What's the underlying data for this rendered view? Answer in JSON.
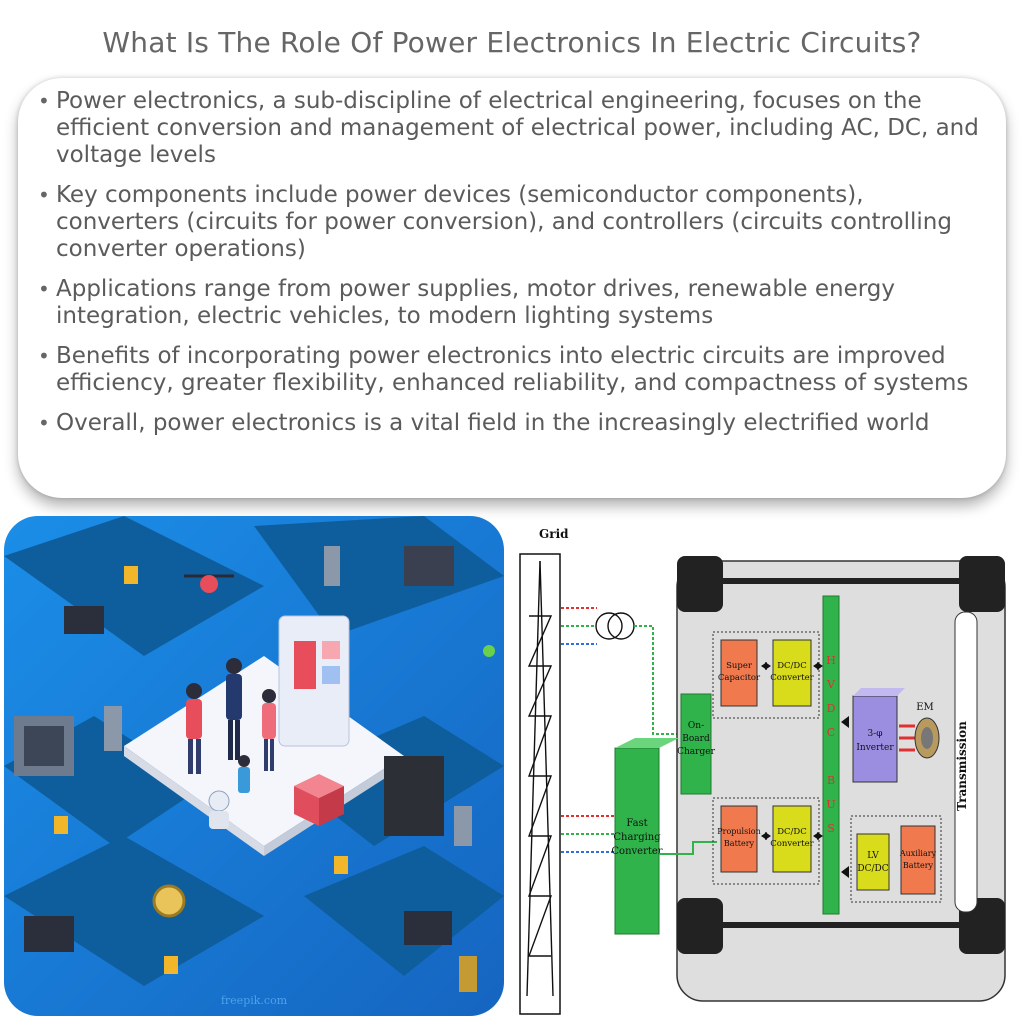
{
  "title": "What Is The Role Of Power Electronics In Electric Circuits?",
  "bullets": [
    "Power electronics, a sub-discipline of electrical engineering, focuses on the efficient conversion and management of electrical power, including AC, DC, and voltage levels",
    "Key components include power devices (semiconductor components), converters (circuits for power conversion), and controllers (circuits controlling converter operations)",
    "Applications range from power supplies, motor drives, renewable energy integration, electric vehicles, to modern lighting systems",
    "Benefits of incorporating power electronics into electric circuits are improved efficiency, greater flexibility, enhanced reliability, and compactness of systems",
    "Overall, power electronics is a vital field in the increasingly electrified world"
  ],
  "illustration": {
    "watermark": "freepik.com"
  },
  "diagram": {
    "grid_label": "Grid",
    "fast_charging": [
      "Fast",
      "Charging",
      "Converter"
    ],
    "onboard_charger": [
      "On-",
      "Board",
      "Charger"
    ],
    "super_capacitor": [
      "Super",
      "Capacitor"
    ],
    "dcdc_top": [
      "DC/DC",
      "Converter"
    ],
    "propulsion_battery": [
      "Propulsion",
      "Battery"
    ],
    "dcdc_bottom": [
      "DC/DC",
      "Converter"
    ],
    "hvdc_bus": [
      "H",
      "V",
      "D",
      "C",
      "B",
      "U",
      "S"
    ],
    "inverter": [
      "3-φ",
      "Inverter"
    ],
    "em_label": "EM",
    "lv_dcdc": [
      "LV",
      "DC/DC"
    ],
    "auxiliary_battery": [
      "Auxiliary",
      "Battery"
    ],
    "transmission": "Transmission"
  },
  "colors": {
    "accent_orange": "#f07a4e",
    "accent_yellow": "#d8dc1a",
    "accent_green": "#2fb34a",
    "accent_purple": "#9b8ee0",
    "illustration_bg": "#1d7fd8"
  }
}
